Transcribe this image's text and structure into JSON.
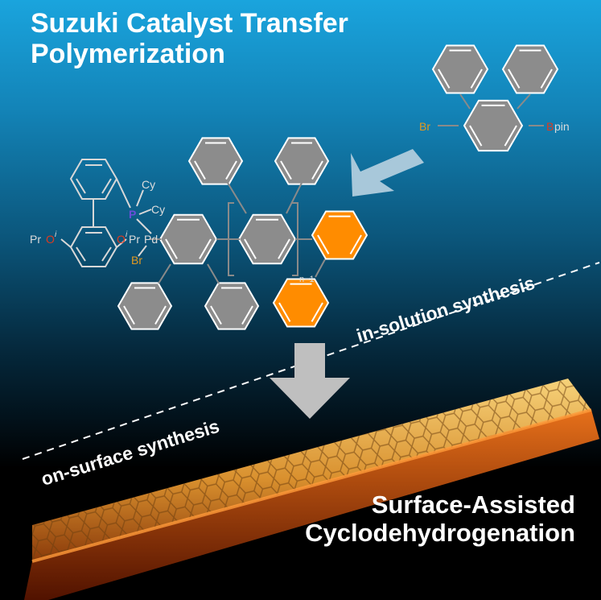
{
  "title_top": {
    "line1": "Suzuki Catalyst Transfer",
    "line2": "Polymerization"
  },
  "title_bottom": {
    "line1": "Surface-Assisted",
    "line2": "Cyclodehydrogenation"
  },
  "labels": {
    "in_solution": "in-solution synthesis",
    "on_surface": "on-surface synthesis"
  },
  "monomer": {
    "br": "Br",
    "b": "B",
    "pin": "pin"
  },
  "catalyst": {
    "cy1": "Cy",
    "cy2": "Cy",
    "p": "P",
    "pd": "Pd",
    "br": "Br",
    "opr_left_pr": "Pr",
    "opr_left_o": "O",
    "opr_left_i": "i",
    "opr_right_o": "O",
    "opr_right_i": "i",
    "opr_right_pr": "Pr"
  },
  "polymer": {
    "repeat_subscript": "n−1"
  },
  "colors": {
    "top_blue": "#1aa4dd",
    "ring_gray": "#8c8c8c",
    "ring_orange": "#ff8c00",
    "arrow_blue": "#a8c8da",
    "arrow_gray": "#bfbfbf",
    "bromine": "#e39a1f",
    "boron_oxygen": "#e03a1e",
    "phosphorus": "#6a4ed8"
  },
  "icons": [
    "arrow-diagonal-icon",
    "arrow-down-icon",
    "dashed-divider-icon",
    "graphene-ribbon-icon"
  ]
}
